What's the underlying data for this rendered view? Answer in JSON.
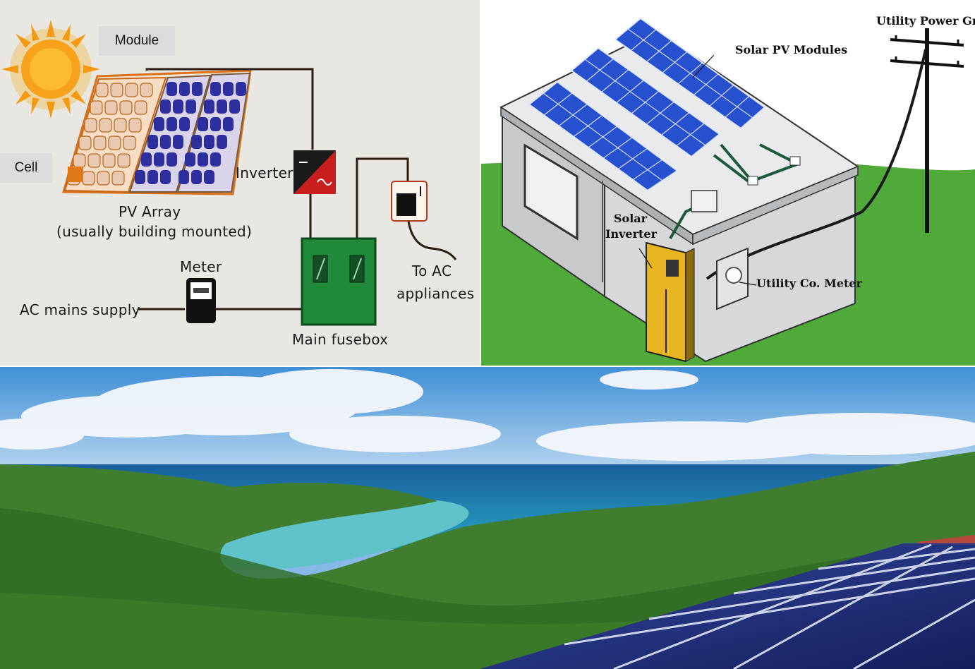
{
  "panel1": {
    "sun_icon": "sun-icon",
    "module_tag": "Module",
    "cell_tag": "Cell",
    "inverter": "Inverter",
    "pv_array_title": "PV Array",
    "pv_array_sub": "(usually building mounted)",
    "meter": "Meter",
    "ac_mains": "AC mains supply",
    "fusebox": "Main fusebox",
    "to_ac": "To AC",
    "appliances": "appliances",
    "colors": {
      "panel_bg": "#e9e7e1",
      "cells_blue": "#2e2f9e",
      "fusebox_green": "#1f8a3a",
      "inverter_red": "#c81e1e",
      "sun": "#f7a21b"
    }
  },
  "panel2": {
    "utility_grid": "Utility Power Grid",
    "pv_modules": "Solar PV Modules",
    "solar": "Solar",
    "inverter": "Inverter",
    "meter": "Utility Co. Meter",
    "colors": {
      "grass": "#4faa3a",
      "sky": "#ffffff",
      "wall": "#c9cacb",
      "panel": "#2244c8",
      "inverter": "#e6b520"
    }
  },
  "panel3": {
    "scene": "photo",
    "colors": {
      "sky": "#86b8e6",
      "sea": "#1d8fc0",
      "hills": "#3c7a2c",
      "panels": "#1e2e7a"
    }
  }
}
